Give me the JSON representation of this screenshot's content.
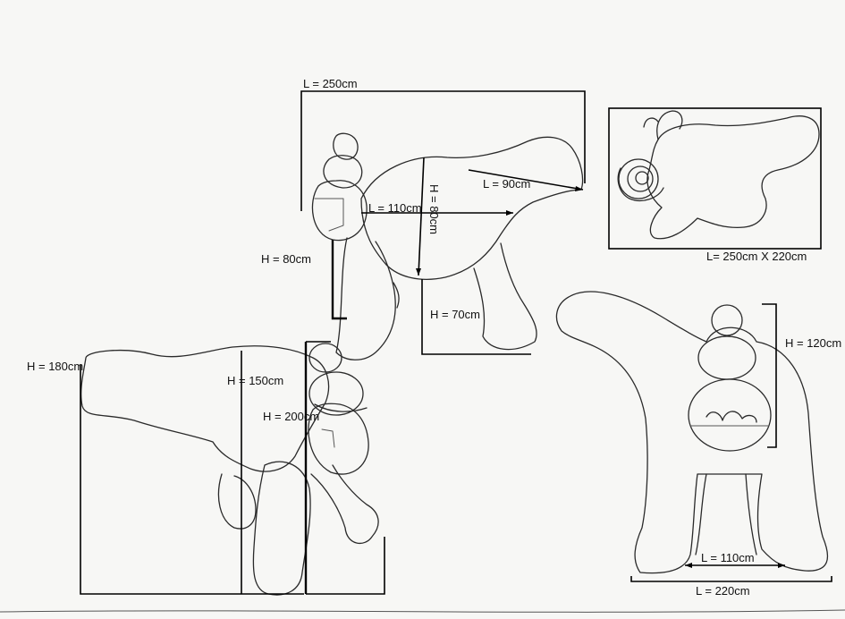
{
  "labels": {
    "side_length_top": "L = 250cm",
    "side_height_80_body": "H = 80cm",
    "side_length_110": "L = 110cm",
    "side_tail_90": "L = 90cm",
    "side_height_80_leg": "H = 80cm",
    "side_height_70": "H = 70cm",
    "top_view_dims": "L= 250cm X 220cm",
    "front_height_120": "H = 120cm",
    "front_length_110": "L = 110cm",
    "front_length_220": "L = 220cm",
    "left_height_180": "H = 180cm",
    "left_height_150": "H = 150cm",
    "left_height_200": "H = 200cm"
  }
}
